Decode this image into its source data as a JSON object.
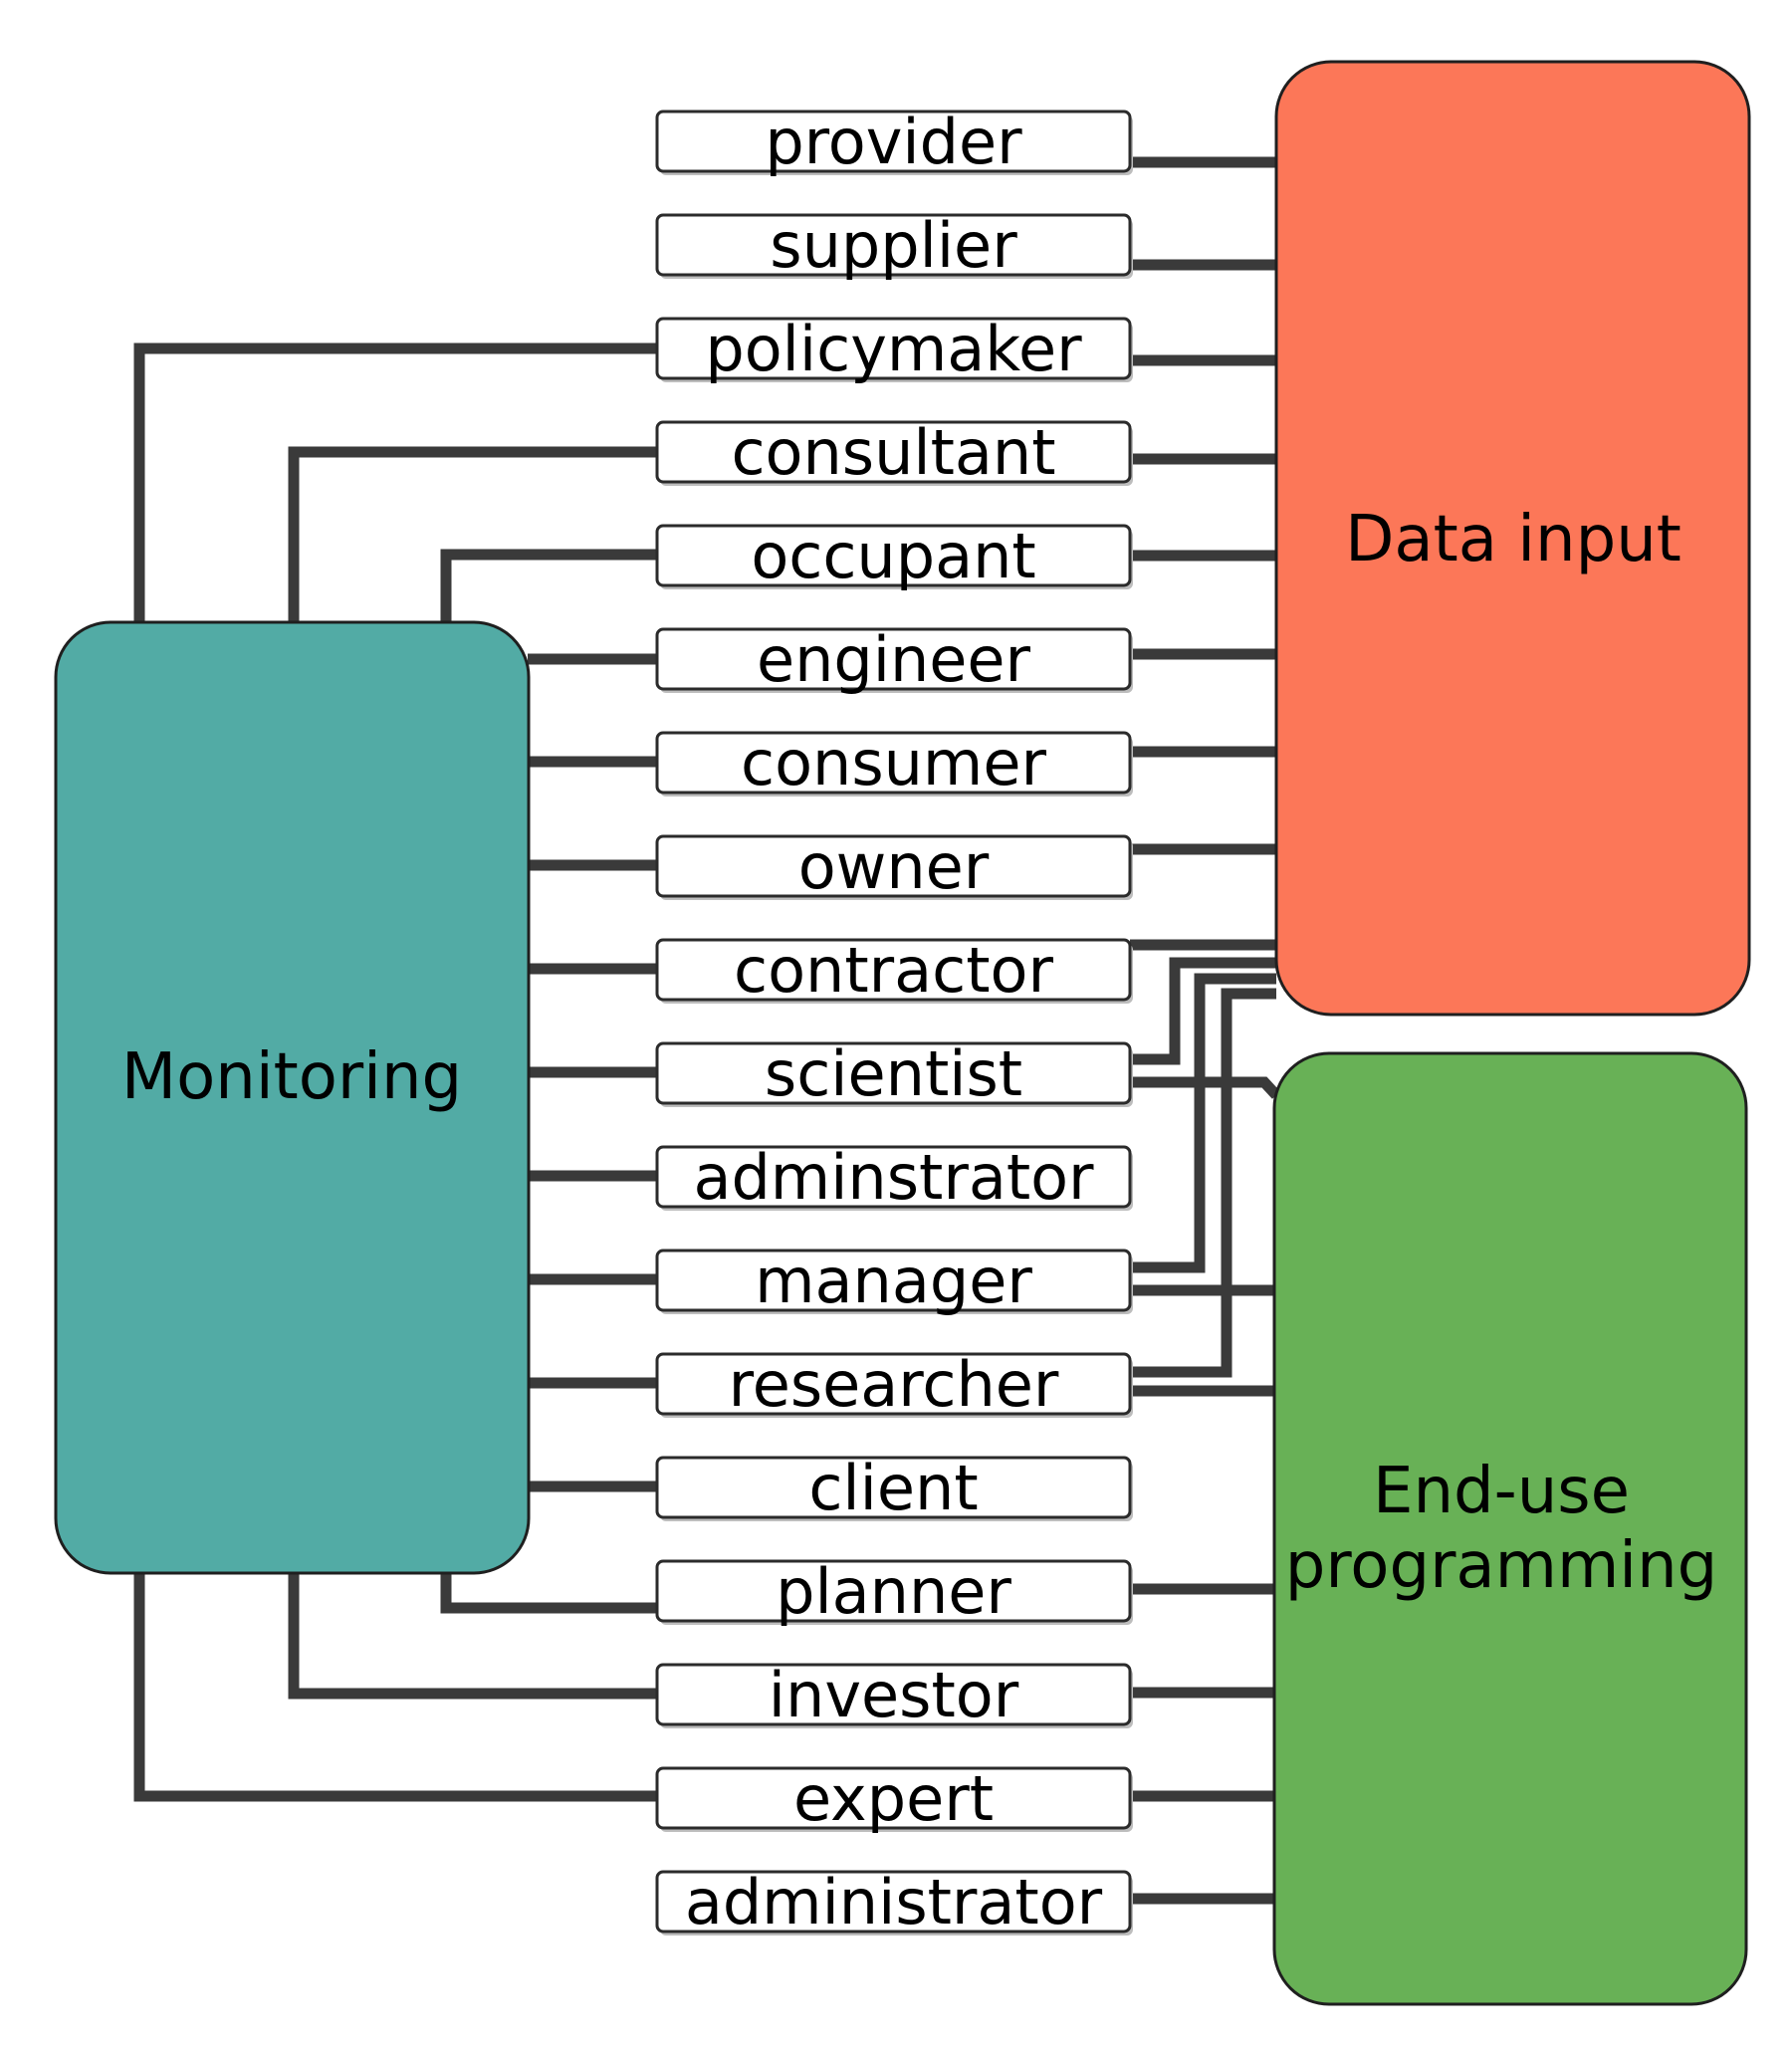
{
  "groups": {
    "monitoring": {
      "label": "Monitoring",
      "color": "#52aba5"
    },
    "data_input": {
      "label": "Data input",
      "color": "#fc7758"
    },
    "end_use": {
      "label_line1": "End-use",
      "label_line2": "programming",
      "color": "#68b156"
    }
  },
  "roles": [
    "provider",
    "supplier",
    "policymaker",
    "consultant",
    "occupant",
    "engineer",
    "consumer",
    "owner",
    "contractor",
    "scientist",
    "adminstrator",
    "manager",
    "researcher",
    "client",
    "planner",
    "investor",
    "expert",
    "administrator"
  ],
  "connector_color": "#3a3a3a",
  "links": {
    "monitoring": [
      "policymaker",
      "consultant",
      "occupant",
      "engineer",
      "consumer",
      "owner",
      "contractor",
      "scientist",
      "adminstrator",
      "manager",
      "researcher",
      "client",
      "planner",
      "investor",
      "expert"
    ],
    "data_input": [
      "provider",
      "supplier",
      "policymaker",
      "consultant",
      "occupant",
      "engineer",
      "consumer",
      "owner",
      "contractor",
      "scientist",
      "manager",
      "researcher"
    ],
    "end_use_programming": [
      "scientist",
      "manager",
      "researcher",
      "planner",
      "investor",
      "expert",
      "administrator"
    ]
  }
}
